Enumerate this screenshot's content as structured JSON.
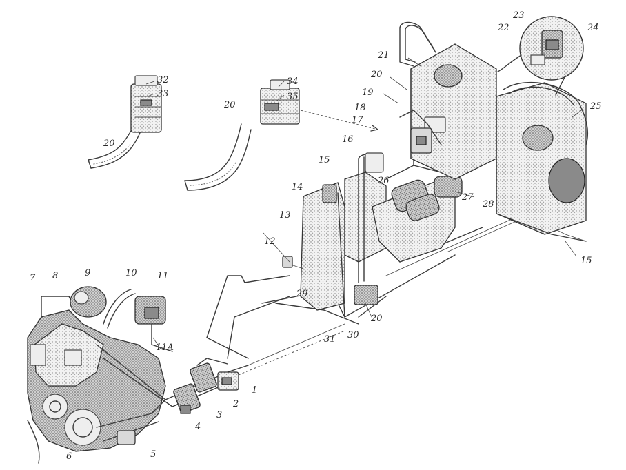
{
  "callouts": {
    "c1": "1",
    "c2": "2",
    "c3": "3",
    "c4": "4",
    "c5": "5",
    "c6": "6",
    "c7": "7",
    "c8": "8",
    "c9": "9",
    "c10": "10",
    "c11": "11",
    "c11a": "11A",
    "c12": "12",
    "c13": "13",
    "c14": "14",
    "c15": "15",
    "c15b": "15",
    "c16": "16",
    "c17": "17",
    "c18": "18",
    "c19": "19",
    "c20": "20",
    "c20b": "20",
    "c20c": "20",
    "c20d": "20",
    "c21": "21",
    "c22": "22",
    "c23": "23",
    "c24": "24",
    "c25": "25",
    "c26": "26",
    "c27": "27",
    "c28": "28",
    "c29": "29",
    "c30": "30",
    "c31": "31",
    "c32": "32",
    "c33": "33",
    "c34": "34",
    "c35": "35"
  },
  "colors": {
    "ink": "#3a3a3a",
    "shade": "#d9d9d9",
    "paper": "#ffffff"
  }
}
